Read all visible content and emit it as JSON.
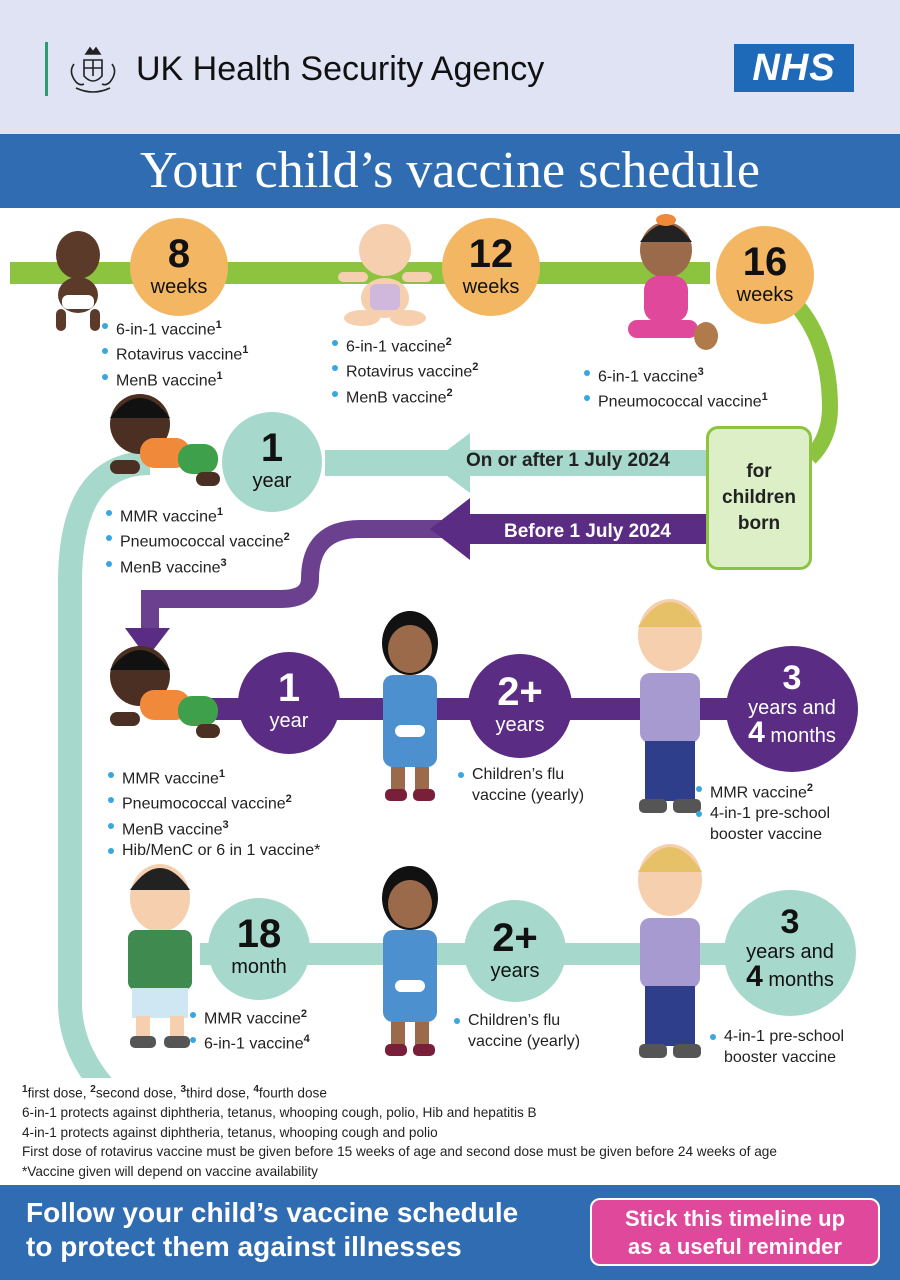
{
  "header": {
    "agency_name": "UK Health Security Agency",
    "nhs_logo": "NHS",
    "crest_icon": "royal-crest-icon"
  },
  "title": "Your child’s vaccine schedule",
  "timeline": {
    "w8": {
      "num": "8",
      "unit": "weeks",
      "vaccines": [
        {
          "name": "6-in-1 vaccine",
          "dose": "1"
        },
        {
          "name": "Rotavirus vaccine",
          "dose": "1"
        },
        {
          "name": "MenB vaccine",
          "dose": "1"
        }
      ]
    },
    "w12": {
      "num": "12",
      "unit": "weeks",
      "vaccines": [
        {
          "name": "6-in-1 vaccine",
          "dose": "2"
        },
        {
          "name": "Rotavirus vaccine",
          "dose": "2"
        },
        {
          "name": "MenB vaccine",
          "dose": "2"
        }
      ]
    },
    "w16": {
      "num": "16",
      "unit": "weeks",
      "vaccines": [
        {
          "name": "6-in-1 vaccine",
          "dose": "3"
        },
        {
          "name": "Pneumococcal vaccine",
          "dose": "1"
        }
      ]
    },
    "born_box": {
      "line1": "for",
      "line2": "children",
      "line3": "born"
    },
    "after_label": "On or after 1 July 2024",
    "before_label": "Before 1 July 2024",
    "after_1y": {
      "num": "1",
      "unit": "year",
      "vaccines": [
        {
          "name": "MMR vaccine",
          "dose": "1"
        },
        {
          "name": "Pneumococcal vaccine",
          "dose": "2"
        },
        {
          "name": "MenB vaccine",
          "dose": "3"
        }
      ]
    },
    "before_1y": {
      "num": "1",
      "unit": "year",
      "vaccines": [
        {
          "name": "MMR vaccine",
          "dose": "1"
        },
        {
          "name": "Pneumococcal vaccine",
          "dose": "2"
        },
        {
          "name": "MenB vaccine",
          "dose": "3"
        },
        {
          "name": "Hib/MenC or 6 in 1 vaccine*",
          "dose": ""
        }
      ]
    },
    "before_2y": {
      "num": "2+",
      "unit": "years",
      "vaccines": [
        {
          "name": "Children’s flu",
          "dose": ""
        },
        {
          "name": "vaccine (yearly)",
          "dose": ""
        }
      ]
    },
    "before_3y": {
      "num": "3",
      "unit_a": "years and",
      "num_b": "4",
      "unit_b": "months",
      "vaccines": [
        {
          "name": "MMR vaccine",
          "dose": "2"
        },
        {
          "name": "4-in-1 pre-school",
          "dose": ""
        },
        {
          "name": "booster vaccine",
          "dose": ""
        }
      ]
    },
    "after_18m": {
      "num": "18",
      "unit": "month",
      "vaccines": [
        {
          "name": "MMR vaccine",
          "dose": "2"
        },
        {
          "name": "6-in-1 vaccine",
          "dose": "4"
        }
      ]
    },
    "after_2y": {
      "num": "2+",
      "unit": "years",
      "vaccines": [
        {
          "name": "Children’s flu",
          "dose": ""
        },
        {
          "name": "vaccine (yearly)",
          "dose": ""
        }
      ]
    },
    "after_3y": {
      "num": "3",
      "unit_a": "years and",
      "num_b": "4",
      "unit_b": "months",
      "vaccines": [
        {
          "name": "4-in-1 pre-school",
          "dose": ""
        },
        {
          "name": "booster vaccine",
          "dose": ""
        }
      ]
    }
  },
  "footnotes": {
    "line1": [
      {
        "sup": "1",
        "text": "first dose, "
      },
      {
        "sup": "2",
        "text": "second dose, "
      },
      {
        "sup": "3",
        "text": "third dose, "
      },
      {
        "sup": "4",
        "text": "fourth dose"
      }
    ],
    "line2": "6-in-1 protects against diphtheria, tetanus, whooping cough, polio, Hib and hepatitis B",
    "line3": "4-in-1 protects against diphtheria, tetanus, whooping cough and polio",
    "line4": "First dose of rotavirus vaccine must be given before 15 weeks of age and second dose must be given before 24 weeks of age",
    "line5": "*Vaccine given will depend on vaccine availability"
  },
  "footer": {
    "message_line1": "Follow your child’s vaccine schedule",
    "message_line2": "to protect them against illnesses",
    "sticker_line1": "Stick this timeline up",
    "sticker_line2": "as a useful reminder"
  },
  "colors": {
    "blue": "#2f6cb2",
    "green": "#8cc43f",
    "teal": "#a7d8cc",
    "purple": "#5b2c83",
    "orange": "#f3b764",
    "pink": "#e0499b",
    "bullet": "#3aa6e0"
  }
}
